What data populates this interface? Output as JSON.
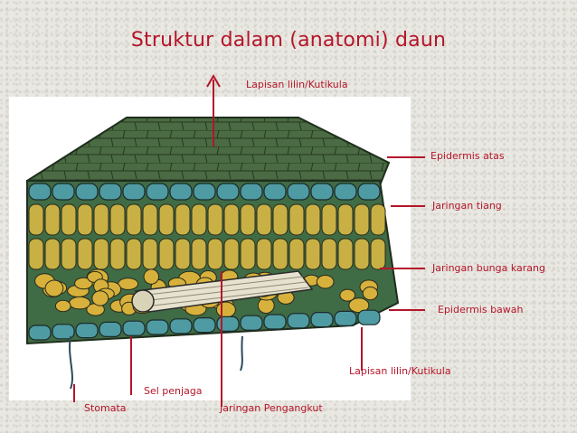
{
  "title": "Struktur dalam (anatomi) daun",
  "labels": {
    "cuticle_top": "Lapisan lilin/Kutikula",
    "upper_epidermis": "Epidermis atas",
    "palisade": "Jaringan tiang",
    "spongy": "Jaringan bunga karang",
    "lower_epidermis": "Epidermis bawah",
    "cuticle_bottom": "Lapisan lilin/Kutikula",
    "guard_cell": "Sel penjaga",
    "stomata": "Stomata",
    "vascular": "Jaringan Pengangkut"
  },
  "colors": {
    "label_text": "#b5152a",
    "cuticle": "#3e5e3a",
    "epidermis": "#4f9ba3",
    "palisade": "#c8b045",
    "spongy": "#d7b13c",
    "background_leaf": "#3f6b45",
    "pointer_line": "#b5152a"
  }
}
